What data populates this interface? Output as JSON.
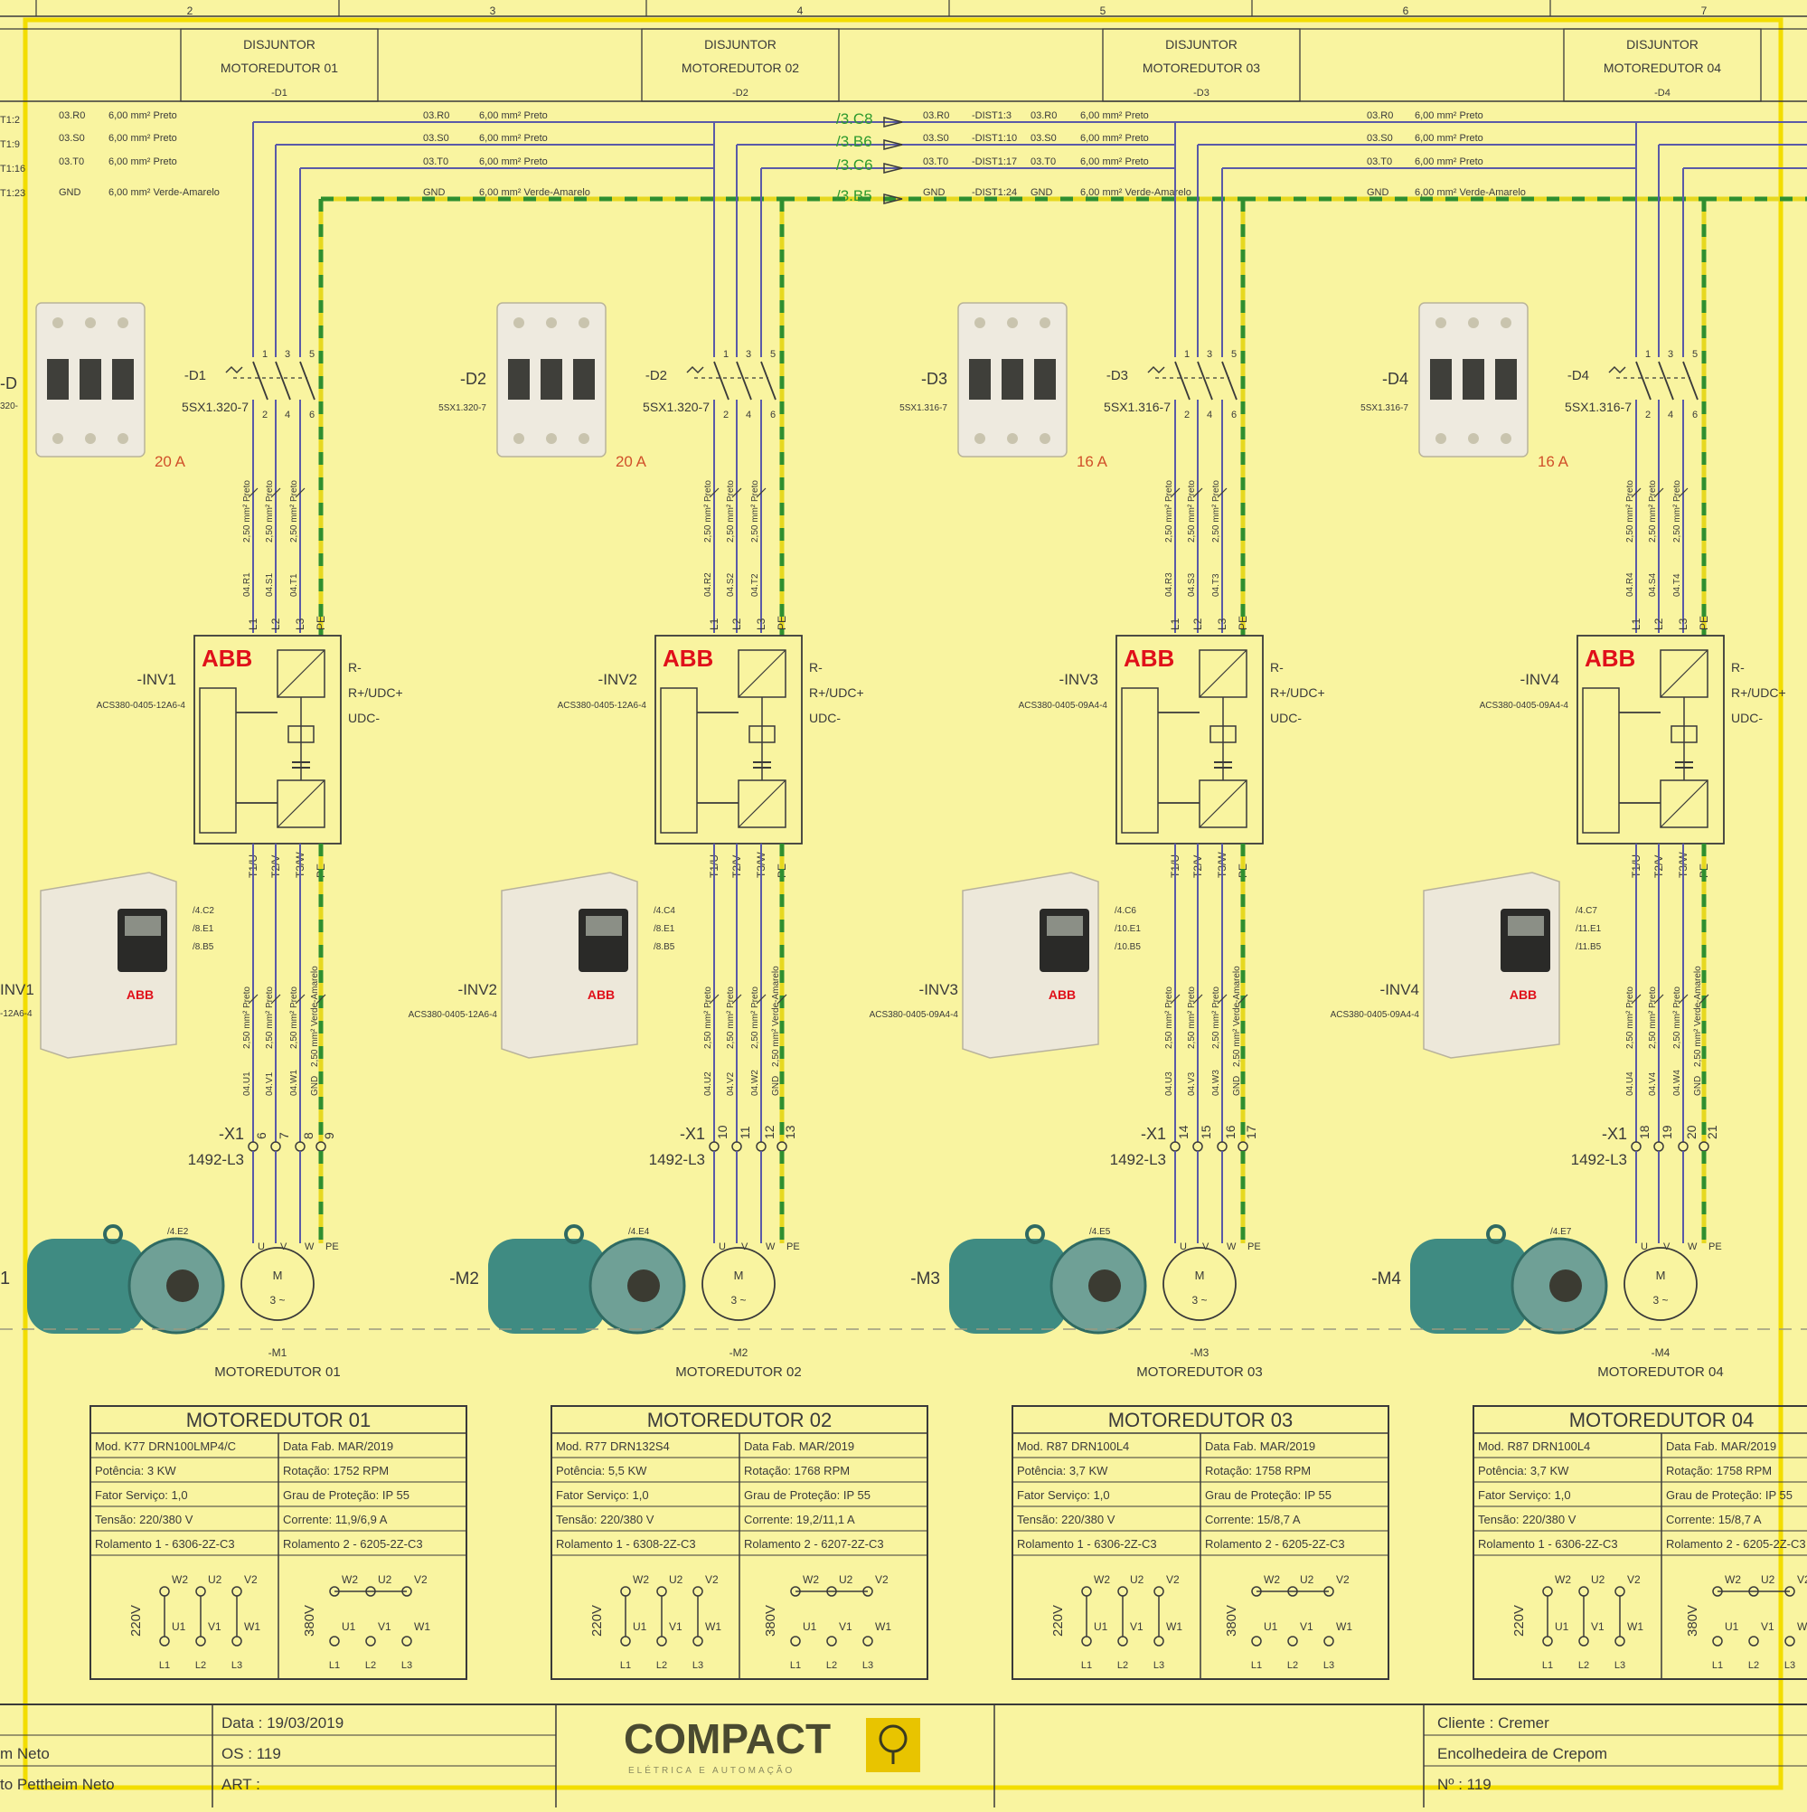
{
  "colors": {
    "background": "#f9f4a0",
    "line": "#3a3a3a",
    "phase_wire": "#5a5aa8",
    "pe_green": "#2f8f2f",
    "pe_yellow": "#e6d820",
    "rating_red": "#d0502a",
    "abb_red": "#e0101a",
    "frame": "#f2dd00",
    "link_green": "#2e9a2e"
  },
  "grid": {
    "columns": [
      "2",
      "3",
      "4",
      "5",
      "6",
      "7"
    ]
  },
  "left_edge": {
    "wire_refs": [
      "T1:2",
      "T1:9",
      "T1:16",
      "T1:23"
    ],
    "breaker_label": "-D",
    "breaker_model": "320-",
    "inv_label": "INV1",
    "inv_model": "-12A6-4",
    "motor_label": "1"
  },
  "sections": [
    {
      "header": {
        "line1": "DISJUNTOR",
        "line2": "MOTOREDUTOR 01",
        "tag": "-D1"
      },
      "feed": [
        {
          "left": "03.R0",
          "size": "6,00 mm² Preto",
          "right": "03.R0",
          "size2": "6,00 mm² Preto"
        },
        {
          "left": "03.S0",
          "size": "6,00 mm² Preto",
          "right": "03.S0",
          "size2": "6,00 mm² Preto"
        },
        {
          "left": "03.T0",
          "size": "6,00 mm² Preto",
          "right": "03.T0",
          "size2": "6,00 mm² Preto"
        },
        {
          "left": "GND",
          "size": "6,00 mm² Verde-Amarelo",
          "right": "GND",
          "size2": "6,00 mm² Verde-Amarelo"
        }
      ],
      "breaker": {
        "tag": "-D1",
        "model": "5SX1.320-7",
        "photo_tag": "-D2",
        "photo_model": "5SX1.320-7",
        "rating": "20 A",
        "terms_top": [
          "1",
          "3",
          "5"
        ],
        "terms_bottom": [
          "2",
          "4",
          "6"
        ]
      },
      "upper_wires": [
        "04.R1",
        "04.S1",
        "04.T1"
      ],
      "upper_size": "2,50 mm² Preto",
      "inv": {
        "tag": "-INV1",
        "model": "ACS380-0405-12A6-4",
        "photo_tag": "-INV1",
        "brand": "ABB",
        "in_terms": [
          "L1",
          "L2",
          "L3",
          "PE"
        ],
        "out_terms": [
          "T1/U",
          "T2/V",
          "T3/W",
          "PE"
        ],
        "dc_terms": [
          "R-",
          "R+/UDC+",
          "UDC-"
        ],
        "refs": [
          "/4.C2",
          "/8.E1",
          "/8.B5"
        ]
      },
      "lower_wires": [
        "04.U1",
        "04.V1",
        "04.W1",
        "GND"
      ],
      "lower_size": "2,50 mm² Preto",
      "lower_size_pe": "2,50 mm² Verde-Amarelo",
      "terminal": {
        "tag": "-X1",
        "model": "1492-L3",
        "nums": [
          "6",
          "7",
          "8",
          "9"
        ]
      },
      "motor": {
        "tag": "-M1",
        "photo_tag": "-M1",
        "ref": "/4.E2",
        "name": "MOTOREDUTOR 01",
        "terms": [
          "U",
          "V",
          "W",
          "PE"
        ],
        "symbol": "M",
        "phase": "3 ~"
      },
      "plate": {
        "title": "MOTOREDUTOR 01",
        "rows": [
          [
            "Mod.  K77 DRN100LMP4/C",
            "Data Fab.  MAR/2019"
          ],
          [
            "Potência:  3 KW",
            "Rotação:  1752 RPM"
          ],
          [
            "Fator Serviço:  1,0",
            "Grau de Proteção:  IP 55"
          ],
          [
            "Tensão:  220/380 V",
            "Corrente:  11,9/6,9 A"
          ],
          [
            "Rolamento 1 - 6306-2Z-C3",
            "Rolamento 2 - 6205-2Z-C3"
          ]
        ]
      }
    },
    {
      "header": {
        "line1": "DISJUNTOR",
        "line2": "MOTOREDUTOR 02",
        "tag": "-D2"
      },
      "feed": [
        {
          "left": "03.R0",
          "size": "6,00 mm² Preto"
        },
        {
          "left": "03.S0",
          "size": "6,00 mm² Preto"
        },
        {
          "left": "03.T0",
          "size": "6,00 mm² Preto"
        },
        {
          "left": "GND",
          "size": "6,00 mm² Verde-Amarelo"
        }
      ],
      "breaker": {
        "tag": "-D2",
        "model": "5SX1.320-7",
        "photo_tag": "-D2",
        "photo_model": "5SX1.320-7",
        "rating": "20 A",
        "terms_top": [
          "1",
          "3",
          "5"
        ],
        "terms_bottom": [
          "2",
          "4",
          "6"
        ]
      },
      "upper_wires": [
        "04.R2",
        "04.S2",
        "04.T2"
      ],
      "upper_size": "2,50 mm² Preto",
      "inv": {
        "tag": "-INV2",
        "model": "ACS380-0405-12A6-4",
        "photo_tag": "-INV2",
        "brand": "ABB",
        "in_terms": [
          "L1",
          "L2",
          "L3",
          "PE"
        ],
        "out_terms": [
          "T1/U",
          "T2/V",
          "T3/W",
          "PE"
        ],
        "dc_terms": [
          "R-",
          "R+/UDC+",
          "UDC-"
        ],
        "refs": [
          "/4.C4",
          "/8.E1",
          "/8.B5"
        ]
      },
      "lower_wires": [
        "04.U2",
        "04.V2",
        "04.W2",
        "GND"
      ],
      "lower_size": "2,50 mm² Preto",
      "lower_size_pe": "2,50 mm² Verde-Amarelo",
      "terminal": {
        "tag": "-X1",
        "model": "1492-L3",
        "nums": [
          "10",
          "11",
          "12",
          "13"
        ]
      },
      "motor": {
        "tag": "-M2",
        "photo_tag": "-M2",
        "ref": "/4.E4",
        "name": "MOTOREDUTOR 02",
        "terms": [
          "U",
          "V",
          "W",
          "PE"
        ],
        "symbol": "M",
        "phase": "3 ~"
      },
      "plate": {
        "title": "MOTOREDUTOR 02",
        "rows": [
          [
            "Mod.  R77 DRN132S4",
            "Data Fab.  MAR/2019"
          ],
          [
            "Potência:  5,5 KW",
            "Rotação:  1768 RPM"
          ],
          [
            "Fator Serviço:  1,0",
            "Grau de Proteção:  IP 55"
          ],
          [
            "Tensão:  220/380 V",
            "Corrente:  19,2/11,1 A"
          ],
          [
            "Rolamento 1 - 6308-2Z-C3",
            "Rolamento 2 - 6207-2Z-C3"
          ]
        ]
      }
    },
    {
      "header": {
        "line1": "DISJUNTOR",
        "line2": "MOTOREDUTOR 03",
        "tag": "-D3"
      },
      "links": [
        "/3.C8",
        "/3.B6",
        "/3.C6",
        "/3.B5"
      ],
      "feed": [
        {
          "left": "03.R0",
          "mid": "-DIST1:3",
          "right": "03.R0",
          "size": "6,00 mm² Preto"
        },
        {
          "left": "03.S0",
          "mid": "-DIST1:10",
          "right": "03.S0",
          "size": "6,00 mm² Preto"
        },
        {
          "left": "03.T0",
          "mid": "-DIST1:17",
          "right": "03.T0",
          "size": "6,00 mm² Preto"
        },
        {
          "left": "GND",
          "mid": "-DIST1:24",
          "right": "GND",
          "size": "6,00 mm² Verde-Amarelo"
        }
      ],
      "breaker": {
        "tag": "-D3",
        "model": "5SX1.316-7",
        "photo_tag": "-D3",
        "photo_model": "5SX1.316-7",
        "rating": "16 A",
        "terms_top": [
          "1",
          "3",
          "5"
        ],
        "terms_bottom": [
          "2",
          "4",
          "6"
        ]
      },
      "upper_wires": [
        "04.R3",
        "04.S3",
        "04.T3"
      ],
      "upper_size": "2,50 mm² Preto",
      "inv": {
        "tag": "-INV3",
        "model": "ACS380-0405-09A4-4",
        "photo_tag": "-INV3",
        "brand": "ABB",
        "in_terms": [
          "L1",
          "L2",
          "L3",
          "PE"
        ],
        "out_terms": [
          "T1/U",
          "T2/V",
          "T3/W",
          "PE"
        ],
        "dc_terms": [
          "R-",
          "R+/UDC+",
          "UDC-"
        ],
        "refs": [
          "/4.C6",
          "/10.E1",
          "/10.B5"
        ]
      },
      "lower_wires": [
        "04.U3",
        "04.V3",
        "04.W3",
        "GND"
      ],
      "lower_size": "2,50 mm² Preto",
      "lower_size_pe": "2,50 mm² Verde-Amarelo",
      "terminal": {
        "tag": "-X1",
        "model": "1492-L3",
        "nums": [
          "14",
          "15",
          "16",
          "17"
        ]
      },
      "motor": {
        "tag": "-M3",
        "photo_tag": "-M3",
        "ref": "/4.E5",
        "name": "MOTOREDUTOR 03",
        "terms": [
          "U",
          "V",
          "W",
          "PE"
        ],
        "symbol": "M",
        "phase": "3 ~"
      },
      "plate": {
        "title": "MOTOREDUTOR 03",
        "rows": [
          [
            "Mod.  R87 DRN100L4",
            "Data Fab.  MAR/2019"
          ],
          [
            "Potência:  3,7 KW",
            "Rotação:  1758 RPM"
          ],
          [
            "Fator Serviço:  1,0",
            "Grau de Proteção:  IP 55"
          ],
          [
            "Tensão:  220/380 V",
            "Corrente:  15/8,7 A"
          ],
          [
            "Rolamento 1 - 6306-2Z-C3",
            "Rolamento 2 - 6205-2Z-C3"
          ]
        ]
      }
    },
    {
      "header": {
        "line1": "DISJUNTOR",
        "line2": "MOTOREDUTOR 04",
        "tag": "-D4"
      },
      "feed": [
        {
          "left": "03.R0",
          "size": "6,00 mm² Preto"
        },
        {
          "left": "03.S0",
          "size": "6,00 mm² Preto"
        },
        {
          "left": "03.T0",
          "size": "6,00 mm² Preto"
        },
        {
          "left": "GND",
          "size": "6,00 mm² Verde-Amarelo"
        }
      ],
      "breaker": {
        "tag": "-D4",
        "model": "5SX1.316-7",
        "photo_tag": "-D4",
        "photo_model": "5SX1.316-7",
        "rating": "16 A",
        "terms_top": [
          "1",
          "3",
          "5"
        ],
        "terms_bottom": [
          "2",
          "4",
          "6"
        ]
      },
      "upper_wires": [
        "04.R4",
        "04.S4",
        "04.T4"
      ],
      "upper_size": "2,50 mm² Preto",
      "inv": {
        "tag": "-INV4",
        "model": "ACS380-0405-09A4-4",
        "photo_tag": "-INV4",
        "brand": "ABB",
        "in_terms": [
          "L1",
          "L2",
          "L3",
          "PE"
        ],
        "out_terms": [
          "T1/U",
          "T2/V",
          "T3/W",
          "PE"
        ],
        "dc_terms": [
          "R-",
          "R+/UDC+",
          "UDC-"
        ],
        "refs": [
          "/4.C7",
          "/11.E1",
          "/11.B5"
        ]
      },
      "lower_wires": [
        "04.U4",
        "04.V4",
        "04.W4",
        "GND"
      ],
      "lower_size": "2,50 mm² Preto",
      "lower_size_pe": "2,50 mm² Verde-Amarelo",
      "terminal": {
        "tag": "-X1",
        "model": "1492-L3",
        "nums": [
          "18",
          "19",
          "20",
          "21"
        ]
      },
      "motor": {
        "tag": "-M4",
        "photo_tag": "-M4",
        "ref": "/4.E7",
        "name": "MOTOREDUTOR 04",
        "terms": [
          "U",
          "V",
          "W",
          "PE"
        ],
        "symbol": "M",
        "phase": "3 ~"
      },
      "plate": {
        "title": "MOTOREDUTOR 04",
        "rows": [
          [
            "Mod.  R87 DRN100L4",
            "Data Fab.  MAR/2019"
          ],
          [
            "Potência:  3,7 KW",
            "Rotação:  1758 RPM"
          ],
          [
            "Fator Serviço:  1,0",
            "Grau de Proteção:  IP 55"
          ],
          [
            "Tensão:  220/380 V",
            "Corrente:  15/8,7 A"
          ],
          [
            "Rolamento 1 - 6306-2Z-C3",
            "Rolamento 2 - 6205-2Z-C3"
          ]
        ]
      }
    }
  ],
  "wiring_diagram": {
    "v220": "220V",
    "v380": "380V",
    "top": [
      "W2",
      "U2",
      "V2"
    ],
    "bottom": [
      "U1",
      "V1",
      "W1"
    ],
    "lines": [
      "L1",
      "L2",
      "L3"
    ]
  },
  "titleblock": {
    "author1": "m Neto",
    "author2": "to Pettheim Neto",
    "date": "Data : 19/03/2019",
    "os": "OS : 119",
    "art": "ART :",
    "logo_main": "COMPACT",
    "logo_sub": "ELÉTRICA E AUTOMAÇÃO",
    "client": "Cliente :  Cremer",
    "machine": "Encolhedeira de Crepom",
    "number": "Nº : 119"
  }
}
